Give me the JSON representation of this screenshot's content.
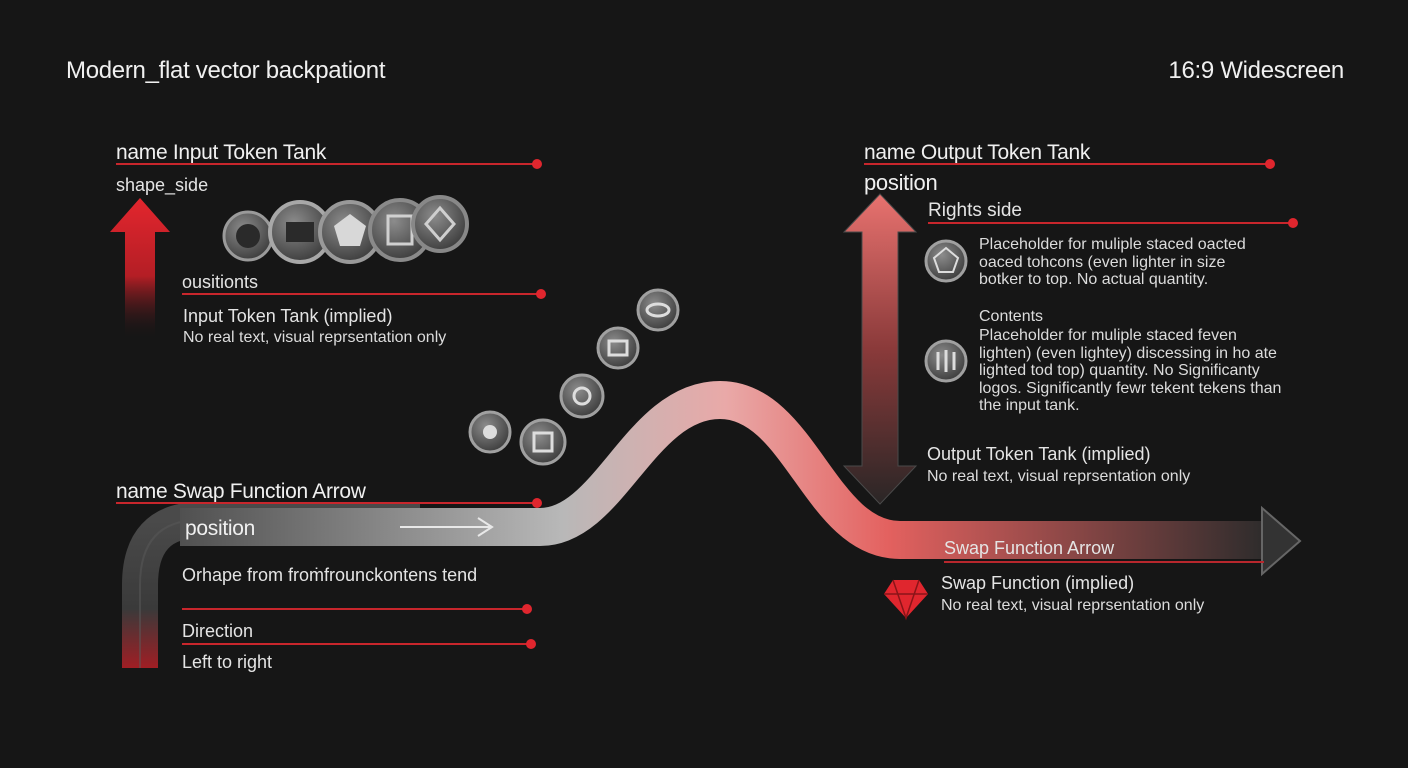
{
  "header": {
    "left": "Modern_flat vector backpationt",
    "right": "16:9 Widescreen"
  },
  "input_tank": {
    "name_label": "name  Input Token Tank",
    "shape_label": "shape_side",
    "positions_label": "ousitionts",
    "implied_title": "Input Token Tank (implied)",
    "implied_note": "No real text, visual reprsentation only"
  },
  "output_tank": {
    "name_label": "name  Output Token Tank",
    "position_label": "position",
    "side_label": "Rights side",
    "placeholder_1": "Placeholder for muliple staced oacted oaced tohcons (even lighter in size botker to top. No actual quantity.",
    "contents_label": "Contents",
    "placeholder_2": "Placeholder for muliple staced feven lighten) (even lightey) discessing in ho ate lighted tod top) quantity. No Significanty logos. Significantly fewr tekent tekens than the input tank.",
    "implied_title": "Output Token Tank (implied)",
    "implied_note": "No real text, visual reprsentation only"
  },
  "swap_arrow": {
    "name_label": "name  Swap Function Arrow",
    "position_label": "position",
    "shape_label": "Orhape from froṁfrounckontens tend",
    "direction_label": "Direction",
    "direction_value": "Left to right",
    "arrow_label": "Swap Function Arrow",
    "implied_title": "Swap Function (implied)",
    "implied_note": "No real text, visual reprsentation only"
  },
  "colors": {
    "accent": "#e0262e",
    "background": "#161616",
    "text": "#f0f0f0"
  }
}
